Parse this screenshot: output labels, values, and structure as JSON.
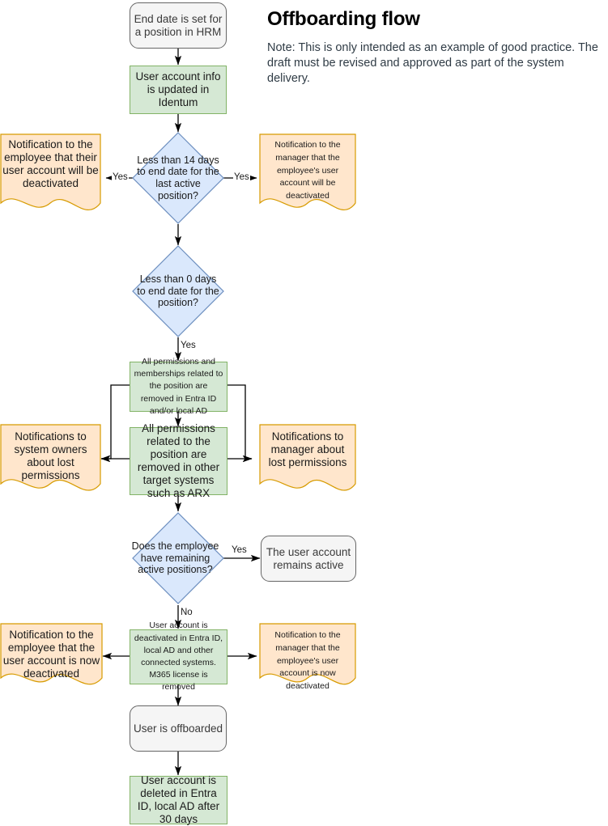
{
  "header": {
    "title": "Offboarding flow",
    "note": "Note: This is only intended as an example of good practice. The draft must be revised and approved as part of the system delivery."
  },
  "palette": {
    "process_fill": "#d5e8d4",
    "process_stroke": "#82b366",
    "decision_fill": "#dae8fc",
    "decision_stroke": "#6c8ebf",
    "note_fill": "#ffe6cc",
    "note_stroke": "#d79b00",
    "terminal_fill": "#f5f5f5",
    "terminal_stroke": "#666666",
    "edge_stroke": "#000000"
  },
  "nodes": {
    "start": {
      "label": "End date is set for a position in HRM",
      "type": "terminal"
    },
    "update_identum": {
      "label": "User account info is updated in Identum",
      "type": "process"
    },
    "decision_14_days": {
      "label": "Less than 14 days to end date for the last active position?",
      "type": "decision"
    },
    "note_employee_will_be_deactivated": {
      "label": "Notification to the employee that their user account will be deactivated",
      "type": "note"
    },
    "note_manager_will_be_deactivated": {
      "label": "Notification to the manager that the employee's user account will be deactivated",
      "type": "note"
    },
    "decision_0_days": {
      "label": "Less than 0 days to end date for the position?",
      "type": "decision"
    },
    "remove_entra_local_ad": {
      "label": "All permissions and memberships related to the position are removed in Entra ID and/or local AD",
      "type": "process"
    },
    "remove_other_systems": {
      "label": "All permissions related to the position are removed in other target systems such as ARX",
      "type": "process"
    },
    "note_system_owners_lost_permissions": {
      "label": "Notifications to system owners about lost permissions",
      "type": "note"
    },
    "note_manager_lost_permissions": {
      "label": "Notifications to manager about lost permissions",
      "type": "note"
    },
    "decision_remaining_positions": {
      "label": "Does the employee have remaining active positions?",
      "type": "decision"
    },
    "account_remains_active": {
      "label": "The user account remains active",
      "type": "terminal"
    },
    "account_deactivated": {
      "label": "User account is deactivated in Entra ID, local AD and other connected systems. M365 license is removed",
      "type": "process"
    },
    "note_employee_now_deactivated": {
      "label": "Notification to the employee that the user account is now deactivated",
      "type": "note"
    },
    "note_manager_now_deactivated": {
      "label": "Notification to the manager that the employee's user account is now deactivated",
      "type": "note"
    },
    "user_offboarded": {
      "label": "User is offboarded",
      "type": "terminal"
    },
    "account_deleted": {
      "label": "User account is deleted in Entra ID, local AD after 30 days",
      "type": "process"
    }
  },
  "edge_labels": {
    "yes_left_14": "Yes",
    "yes_right_14": "Yes",
    "yes_0_days": "Yes",
    "yes_remaining": "Yes",
    "no_remaining": "No"
  }
}
